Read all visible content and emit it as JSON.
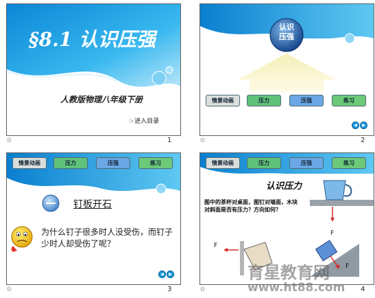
{
  "slides": [
    {
      "number": "1",
      "title": "§8.1 认识压强",
      "subtitle": "人教版物理八年级下册",
      "enter_link": "☞进入目录"
    },
    {
      "number": "2",
      "badge": "认识\n压强",
      "menu": [
        "情景动画",
        "压力",
        "压强",
        "练习"
      ]
    },
    {
      "number": "3",
      "menu": [
        "情景动画",
        "压力",
        "压强",
        "练习"
      ],
      "section_title": "钉板开石",
      "question": "为什么钉子很多时人没受伤，而钉子少时人却受伤了呢？"
    },
    {
      "number": "4",
      "menu": [
        "情景动画",
        "压力",
        "压强",
        "练习"
      ],
      "section_title": "认识压力",
      "prompt": "图中的茶杯对桌面，图钉对墙面，木块对斜面是否有压力？方向如何？",
      "force_label": "F"
    }
  ],
  "watermark": {
    "line1": "育星教育网",
    "line2": "www.ht88.com"
  },
  "colors": {
    "wave_blue": "#1aa3e8",
    "menu_green": "#5fc27a",
    "menu_blue": "#6aa7e4",
    "menu_gray": "#d9dedc",
    "title_blue": "#0f3b6a"
  }
}
